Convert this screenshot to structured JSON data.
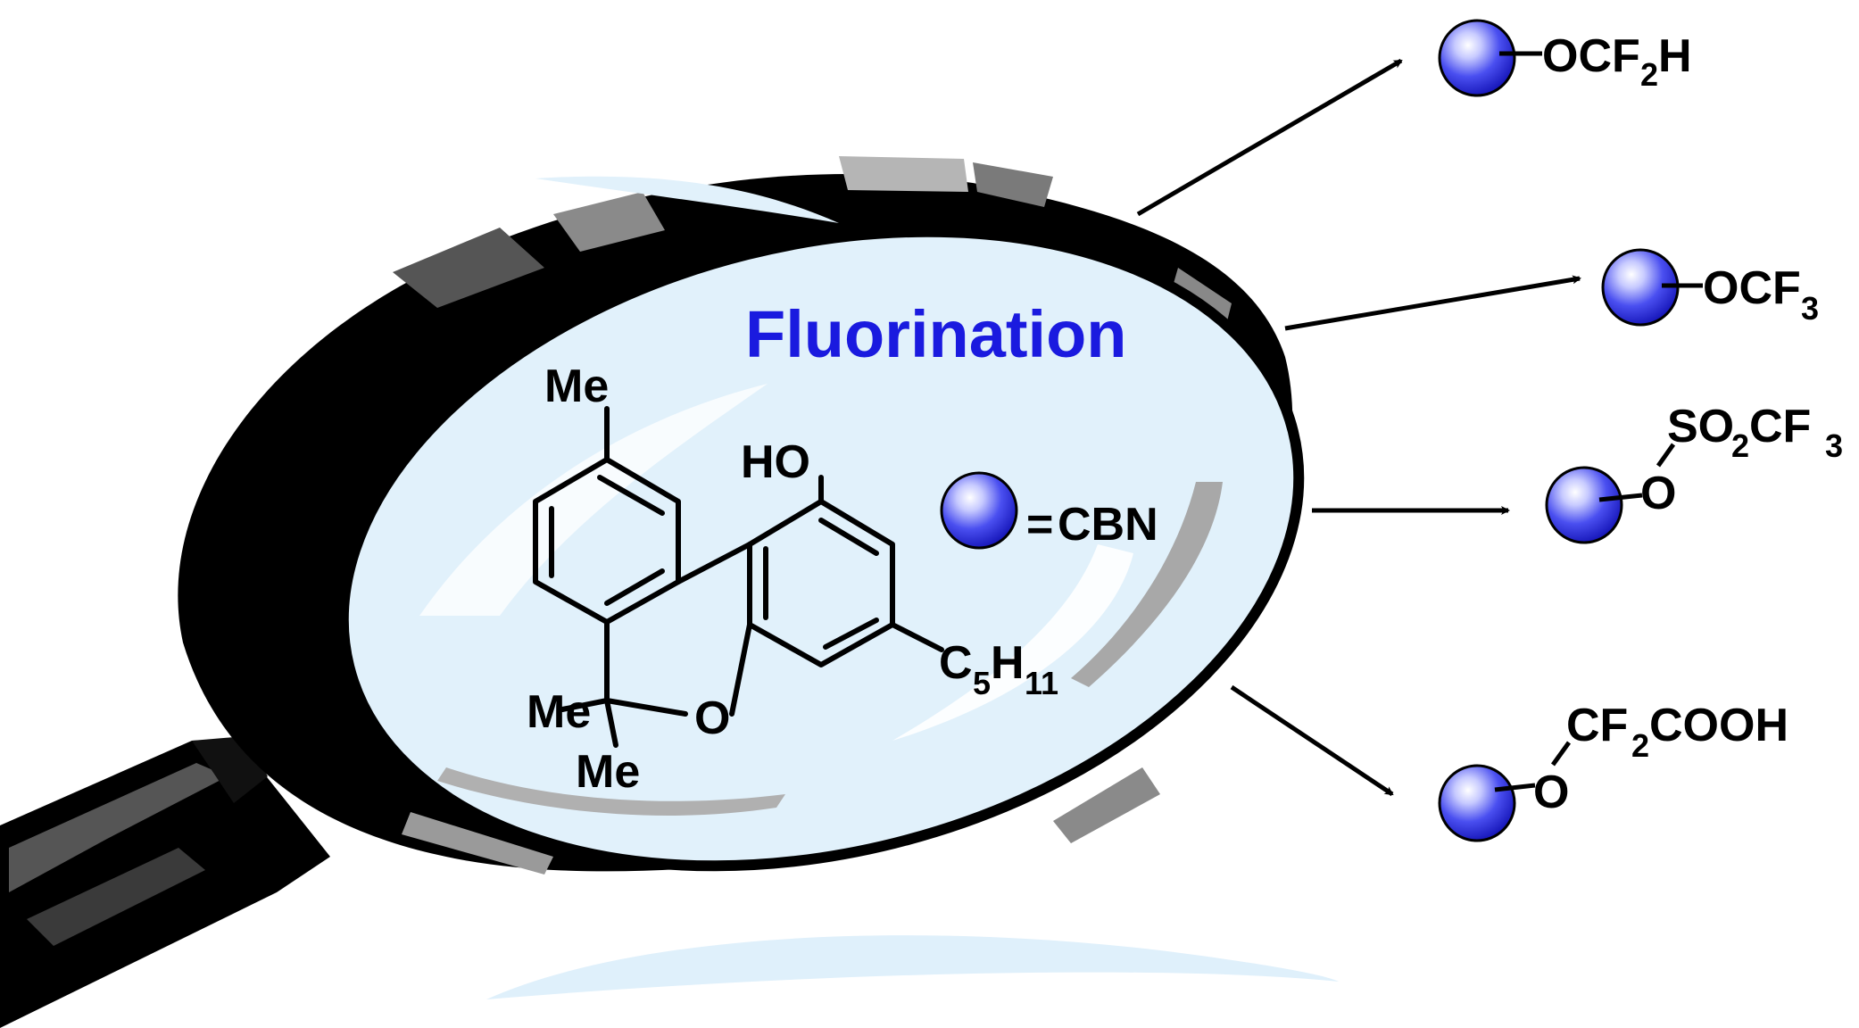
{
  "title": "Fluorination",
  "legend": {
    "eq": "=",
    "label": "CBN"
  },
  "molecule": {
    "methyl_top": "Me",
    "hydroxyl": "HO",
    "oxygen": "O",
    "gem_methyl_1": "Me",
    "gem_methyl_2": "Me",
    "pentyl_C": "C",
    "pentyl_C_sub": "5",
    "pentyl_H": "H",
    "pentyl_H_sub": "11"
  },
  "products": [
    {
      "parts": [
        "OCF",
        "2",
        "H"
      ]
    },
    {
      "parts": [
        "OCF",
        "3"
      ]
    },
    {
      "o": "O",
      "parts": [
        "SO",
        "2",
        "CF",
        "3"
      ]
    },
    {
      "o": "O",
      "parts": [
        "CF",
        "2",
        "COOH"
      ]
    }
  ],
  "colors": {
    "sphere": "#2a2ee0",
    "sphere_highlight": "#eef0ff",
    "title": "#1a1adf",
    "lens": "#e1f1fb",
    "frame": "#000000",
    "frame_gray": "#6b6b6b"
  },
  "icons": {
    "lens": "magnifying-glass-icon",
    "cbn": "sphere-icon",
    "arrow": "arrow-icon"
  }
}
